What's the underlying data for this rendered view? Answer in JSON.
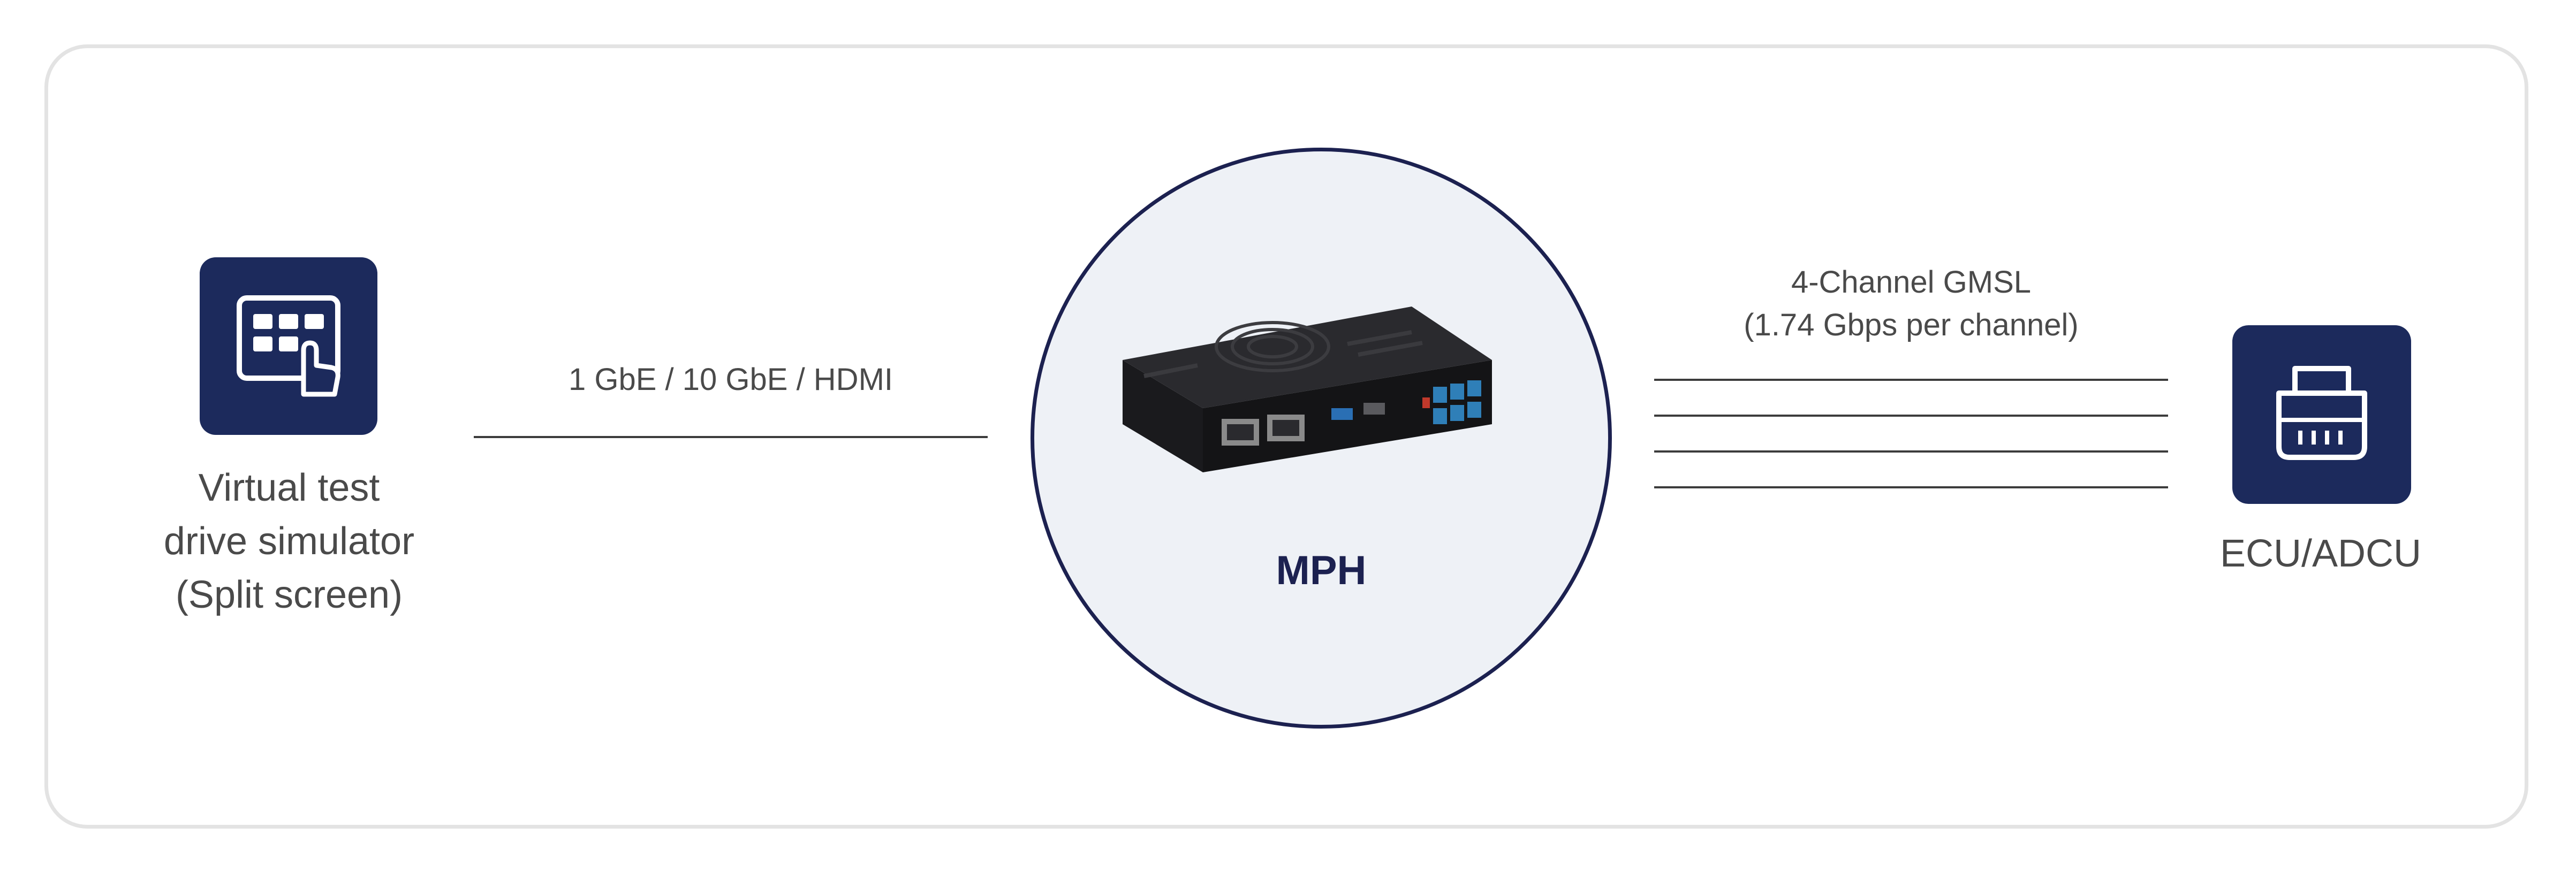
{
  "nodes": {
    "left": {
      "label": "Virtual test\ndrive simulator\n(Split screen)",
      "icon": "touchscreen-tap-icon"
    },
    "center": {
      "label": "MPH",
      "image": "mph-device-photo"
    },
    "right": {
      "label": "ECU/ADCU",
      "icon": "ecu-connector-icon"
    }
  },
  "links": {
    "left": {
      "label": "1 GbE / 10 GbE / HDMI"
    },
    "right": {
      "label": "4-Channel GMSL\n(1.74 Gbps per channel)",
      "channels": 4
    }
  },
  "colors": {
    "tile": "#1c2a5c",
    "hub_border": "#1c2150",
    "hub_fill": "#eef1f6",
    "frame_border": "#e3e3e3",
    "text": "#4a4a4a"
  }
}
